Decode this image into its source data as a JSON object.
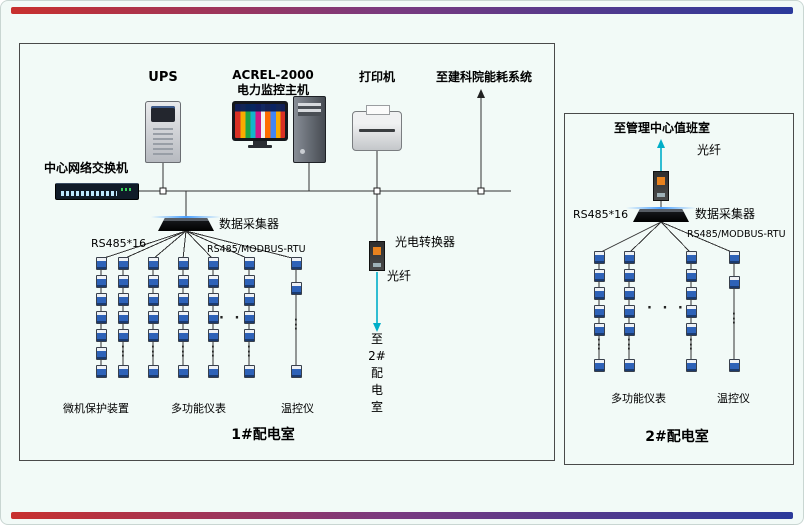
{
  "page": {
    "bg": "#f2faf7",
    "accent_cyan": "#00aec8",
    "bar_gradient_from": "#c8302e",
    "bar_gradient_to": "#2b3a9b"
  },
  "room1": {
    "ups_label": "UPS",
    "host_line1": "ACREL-2000",
    "host_line2": "电力监控主机",
    "printer_label": "打印机",
    "energy_link_label": "至建科院能耗系统",
    "switch_label": "中心网络交换机",
    "rs485_label": "RS485*16",
    "collector_label": "数据采集器",
    "modbus_label": "RS485/MODBUS-RTU",
    "converter_label": "光电转换器",
    "fiber_label": "光纤",
    "to_room2_label": "至\n2#\n配\n电\n室",
    "protection_label": "微机保护装置",
    "meter_label": "多功能仪表",
    "temp_label": "温控仪",
    "title": "1#配电室"
  },
  "room2": {
    "uplink_label": "至管理中心值班室",
    "fiber_label": "光纤",
    "rs485_label": "RS485*16",
    "collector_label": "数据采集器",
    "modbus_label": "RS485/MODBUS-RTU",
    "meter_label": "多功能仪表",
    "temp_label": "温控仪",
    "title": "2#配电室"
  },
  "diagram": {
    "hdots": "· · ·",
    "vdots": "···",
    "icons": [
      "ups-device",
      "monitor-host",
      "pc-tower",
      "printer-device",
      "network-switch",
      "data-collector",
      "fiber-converter",
      "meter-icon",
      "junction-node",
      "fiber-arrow"
    ]
  }
}
